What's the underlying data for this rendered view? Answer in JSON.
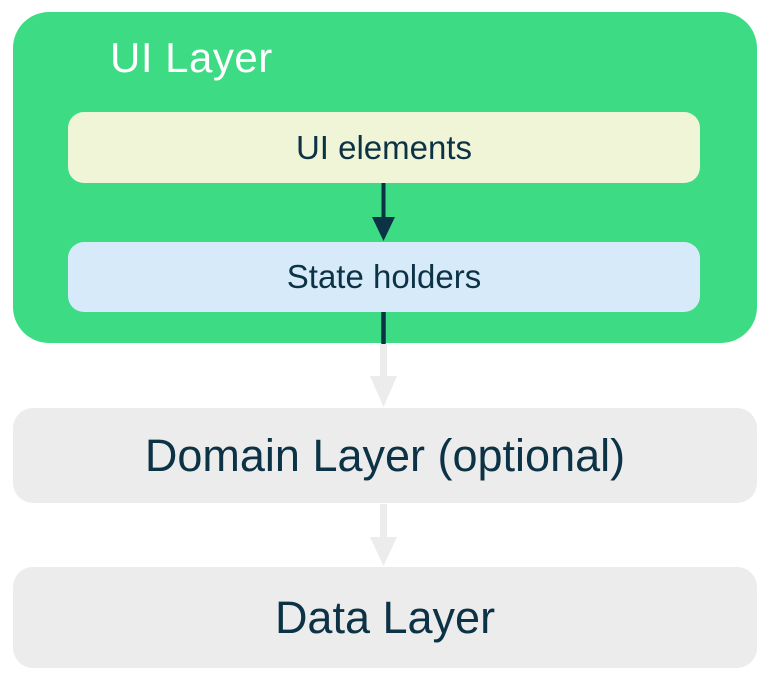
{
  "diagram": {
    "title_area": {
      "ui_layer_title": "UI Layer"
    },
    "nodes": {
      "ui_elements": {
        "label": "UI elements"
      },
      "state_holders": {
        "label": "State holders"
      },
      "domain_layer": {
        "label": "Domain Layer (optional)"
      },
      "data_layer": {
        "label": "Data Layer"
      }
    },
    "edges": [
      {
        "from": "ui_elements",
        "to": "state_holders",
        "style": "dark-solid-arrow"
      },
      {
        "from": "state_holders",
        "to": "domain_layer",
        "style": "dark-stub-then-light-arrow"
      },
      {
        "from": "domain_layer",
        "to": "data_layer",
        "style": "light-arrow"
      }
    ],
    "colors": {
      "green": "#3ddc84",
      "cream": "#f0f5d8",
      "light_blue": "#d7eafa",
      "light_gray": "#ececec",
      "arrow_gray": "#ececec",
      "navy": "#0c3245",
      "white": "#ffffff"
    }
  }
}
